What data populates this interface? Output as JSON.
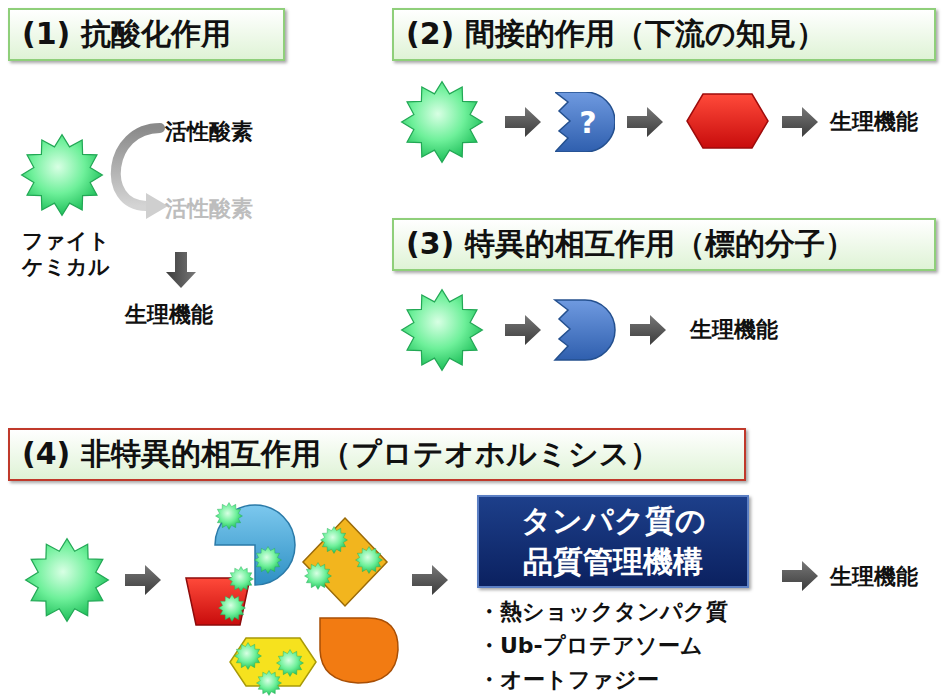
{
  "diagram": {
    "nodes": [
      {
        "text": [
          "(1) 抗酸化作用"
        ]
      },
      {
        "text": [
          "(2) 間接的作用（下流の知見）"
        ]
      },
      {
        "text": [
          "?"
        ]
      },
      {
        "text": [
          "(3) 特異的相互作用（標的分子）"
        ]
      },
      {
        "text": [
          "(4) 非特異的相互作用（プロテオホルミシス）"
        ]
      },
      {
        "text": [
          "タンパク質の 品質管理機構"
        ]
      }
    ],
    "labels": [
      "活性酸素",
      "活性酸素",
      "ファイト ケミカル",
      "生理機能",
      "生理機能",
      "生理機能",
      "・熱ショックタンパク質",
      "・Ub-プロテアソーム",
      "・オートファジー",
      "生理機能"
    ]
  }
}
